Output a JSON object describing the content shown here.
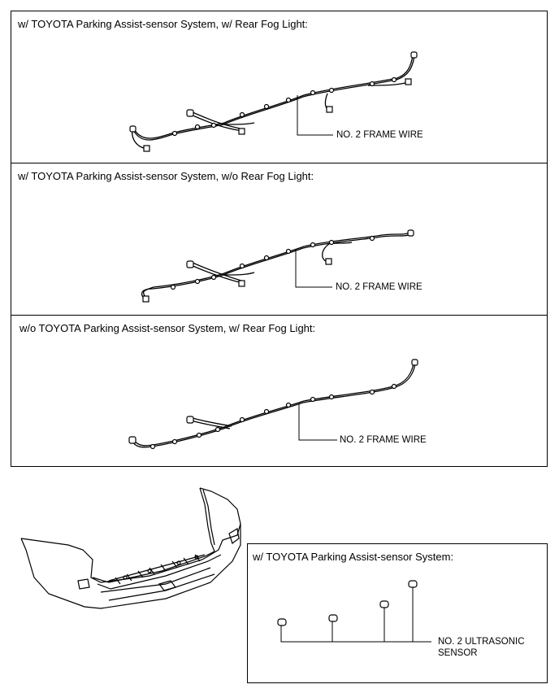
{
  "panels": [
    {
      "title": "w/ TOYOTA Parking Assist-sensor System, w/ Rear Fog Light:",
      "callout": "NO. 2 FRAME WIRE"
    },
    {
      "title": "w/ TOYOTA Parking Assist-sensor System, w/o Rear Fog Light:",
      "callout": "NO. 2 FRAME WIRE"
    },
    {
      "title": "w/o TOYOTA Parking Assist-sensor System, w/ Rear Fog Light:",
      "callout": "NO. 2 FRAME WIRE"
    }
  ],
  "sensor_panel": {
    "title": "w/ TOYOTA Parking Assist-sensor System:",
    "callout_line1": "NO. 2 ULTRASONIC",
    "callout_line2": "SENSOR"
  }
}
